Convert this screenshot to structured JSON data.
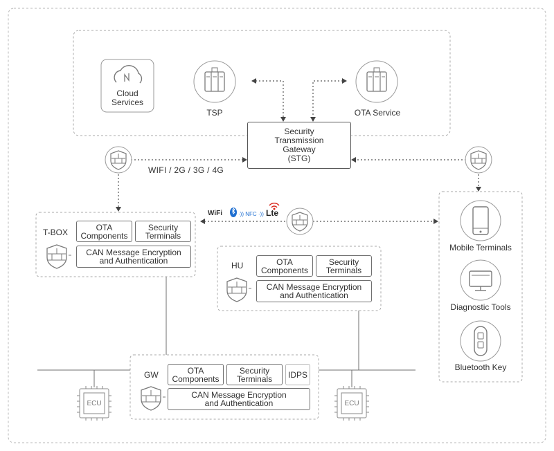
{
  "cloud": {
    "cloud_services": "Cloud\nServices",
    "tsp": "TSP",
    "ota_service": "OTA Service"
  },
  "stg": {
    "label": "Security\nTransmission\nGateway\n(STG)"
  },
  "wan_label": "WIFI / 2G / 3G / 4G",
  "short_range": {
    "wifi": "WiFi",
    "nfc": "·)) NFC ·))",
    "lte": "Lte"
  },
  "tbox": {
    "name": "T-BOX",
    "ota": "OTA\nComponents",
    "security": "Security\nTerminals",
    "can": "CAN Message Encryption\nand Authentication"
  },
  "hu": {
    "name": "HU",
    "ota": "OTA\nComponents",
    "security": "Security\nTerminals",
    "can": "CAN Message Encryption\nand Authentication"
  },
  "gw": {
    "name": "GW",
    "ota": "OTA\nComponents",
    "security": "Security\nTerminals",
    "idps": "IDPS",
    "can": "CAN Message Encryption\nand Authentication"
  },
  "devices": {
    "mobile": "Mobile Terminals",
    "diagnostic": "Diagnostic Tools",
    "bluetooth_key": "Bluetooth Key"
  },
  "ecu_label": "ECU",
  "colors": {
    "line": "#6f6f6f",
    "dash": "#9a9a9a",
    "icon": "#7a7a7a",
    "lte_red": "#d9261c",
    "bt_blue": "#1f6fd1"
  }
}
